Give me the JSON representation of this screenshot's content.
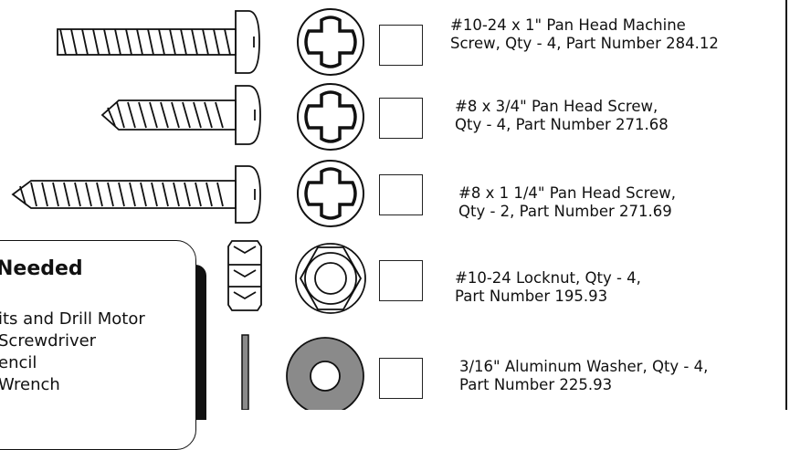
{
  "parts": [
    {
      "desc_line1": "#10-24 x 1\" Pan Head Machine",
      "desc_line2": "Screw, Qty - 4, Part Number 284.12"
    },
    {
      "desc_line1": "#8 x 3/4\" Pan Head Screw,",
      "desc_line2": "Qty - 4, Part Number 271.68"
    },
    {
      "desc_line1": "#8 x 1 1/4\" Pan Head Screw,",
      "desc_line2": "Qty - 2, Part Number 271.69"
    },
    {
      "desc_line1": "#10-24 Locknut, Qty - 4,",
      "desc_line2": "Part Number 195.93"
    },
    {
      "desc_line1": "3/16\" Aluminum Washer, Qty - 4,",
      "desc_line2": "Part Number 225.93"
    }
  ],
  "tools": {
    "title": "Needed",
    "items": [
      "its and Drill Motor",
      "Screwdriver",
      "encil",
      "Wrench"
    ]
  },
  "colors": {
    "washer_fill": "#8a8a8a",
    "ink": "#111111"
  },
  "icons": [
    "machine-screw-icon",
    "wood-screw-icon",
    "long-wood-screw-icon",
    "locknut-side-icon",
    "washer-side-icon",
    "phillips-head-icon",
    "hex-nut-icon",
    "washer-icon"
  ]
}
